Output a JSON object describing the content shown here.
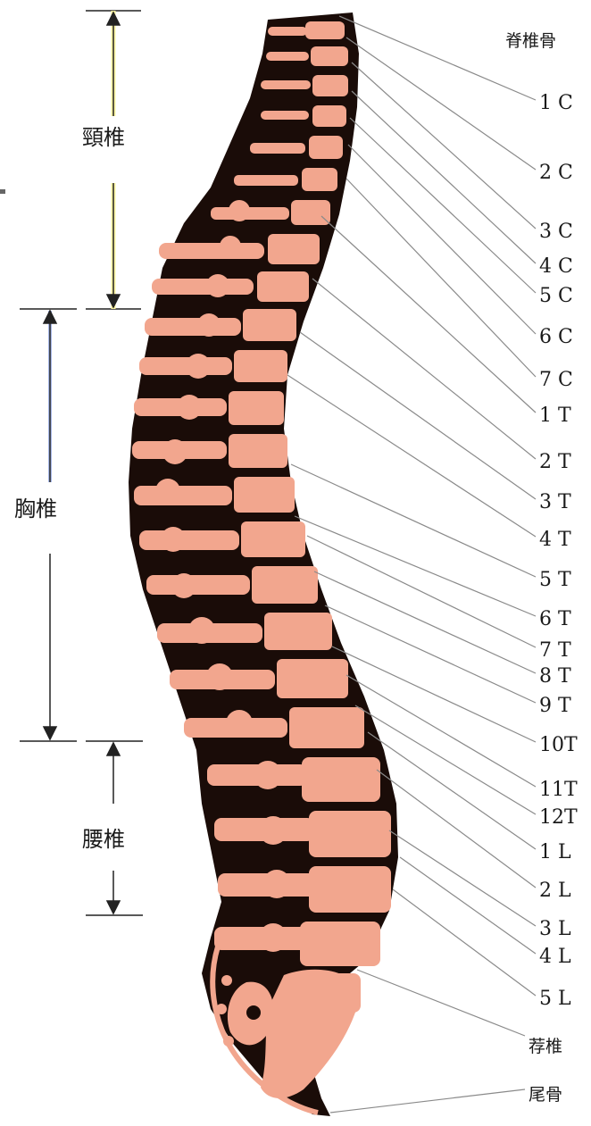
{
  "title": "脊椎骨",
  "regions": [
    {
      "label": "頸椎"
    },
    {
      "label": "胸椎"
    },
    {
      "label": "腰椎"
    }
  ],
  "vertebrae": [
    "1 C",
    "2 C",
    "3 C",
    "4 C",
    "5 C",
    "6 C",
    "7 C",
    "1 T",
    "2 T",
    "3 T",
    "4 T",
    "5 T",
    "6 T",
    "7 T",
    "8 T",
    "9 T",
    "10T",
    "11T",
    "12T",
    "1 L",
    "2 L",
    "3 L",
    "4 L",
    "5 L"
  ],
  "sacrum": "荐椎",
  "coccyx": "尾骨",
  "colors": {
    "bone": "#f2a68e",
    "bone_dark": "#1a0c08",
    "leader_line": "#8a8a8a",
    "bracket": "#222222",
    "cervical_bar": "#fff7a0",
    "thoracic_bar": "#a8b8e8"
  }
}
